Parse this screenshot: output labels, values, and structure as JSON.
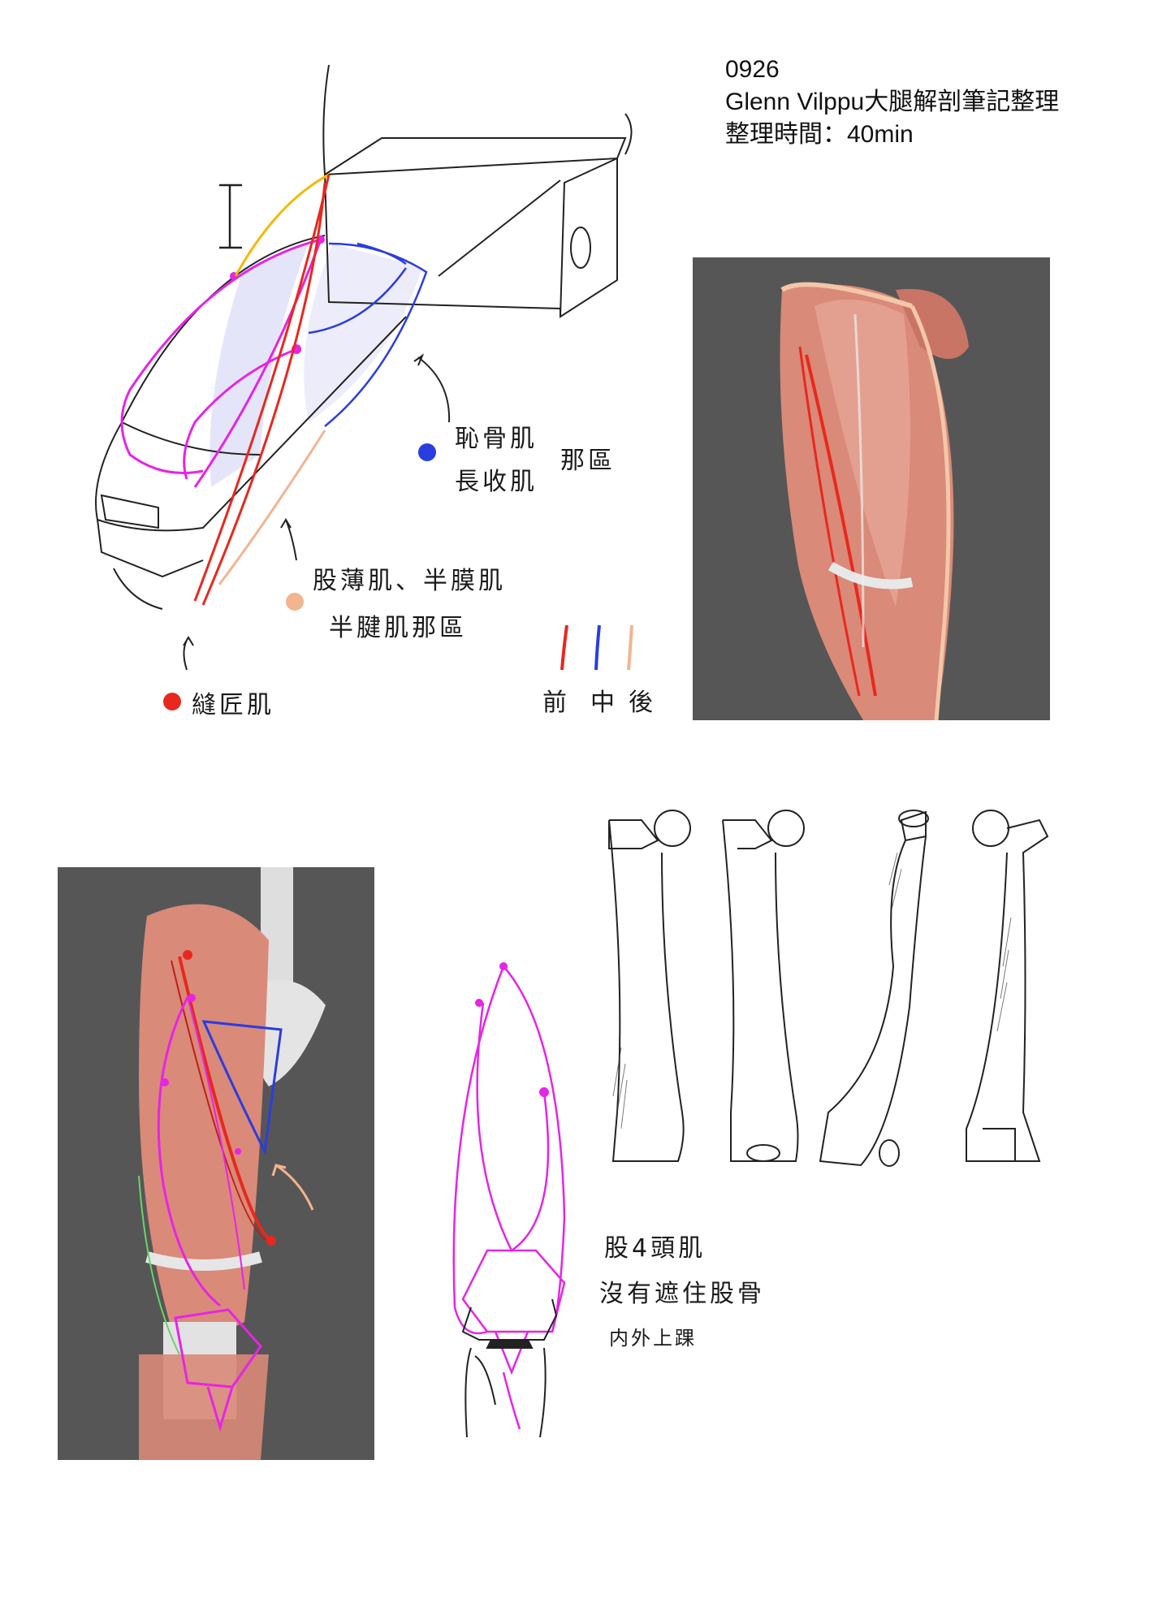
{
  "header": {
    "date": "0926",
    "title": "Glenn Vilppu大腿解剖筆記整理",
    "time": "整理時間：40min"
  },
  "top_sketch": {
    "blue_label_line1": "恥骨肌",
    "blue_label_line2": "長收肌",
    "blue_label_suffix": "那區",
    "peach_label_line1": "股薄肌、半膜肌",
    "peach_label_line2": "半腱肌那區",
    "red_label": "縫匠肌"
  },
  "legend": {
    "items": [
      {
        "label": "前",
        "color": "#e8281e"
      },
      {
        "label": "中",
        "color": "#2a3de0"
      },
      {
        "label": "後",
        "color": "#f3b48f"
      }
    ]
  },
  "bottom_sketch": {
    "quad_line1": "股4頭肌",
    "quad_line2": "沒有遮住股骨",
    "quad_line3": "内外上踝"
  },
  "colors": {
    "front_red": "#e8281e",
    "mid_blue": "#2a3de0",
    "back_peach": "#f3b48f",
    "quad_magenta": "#e624e6",
    "yellow": "#f5b800",
    "photo_bg": "#565656",
    "muscle": "#d98a78"
  }
}
